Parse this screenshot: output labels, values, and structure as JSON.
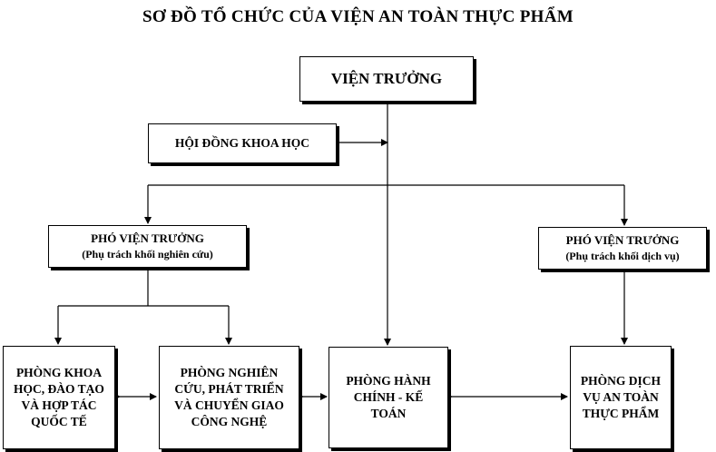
{
  "title": "SƠ ĐỒ TỔ CHỨC CỦA VIỆN AN TOÀN THỰC PHẨM",
  "nodes": {
    "director": "VIỆN TRƯỞNG",
    "science_council": "HỘI ĐỒNG KHOA HỌC",
    "vice_director_research": {
      "title": "PHÓ VIỆN TRƯỞNG",
      "note": "(Phụ trách khối nghiên cứu)"
    },
    "vice_director_service": {
      "title": "PHÓ VIỆN TRƯỞNG",
      "note": "(Phụ trách khối dịch vụ)"
    },
    "dept_science_training": "PHÒNG KHOA HỌC, ĐÀO TẠO VÀ HỢP TÁC QUỐC TẾ",
    "dept_research": "PHÒNG NGHIÊN CỨU, PHÁT TRIỂN VÀ CHUYỂN GIAO CÔNG NGHỆ",
    "dept_admin": "PHÒNG HÀNH CHÍNH - KẾ TOÁN",
    "dept_food_safety_service": "PHÒNG DỊCH VỤ AN TOÀN THỰC PHẨM"
  }
}
